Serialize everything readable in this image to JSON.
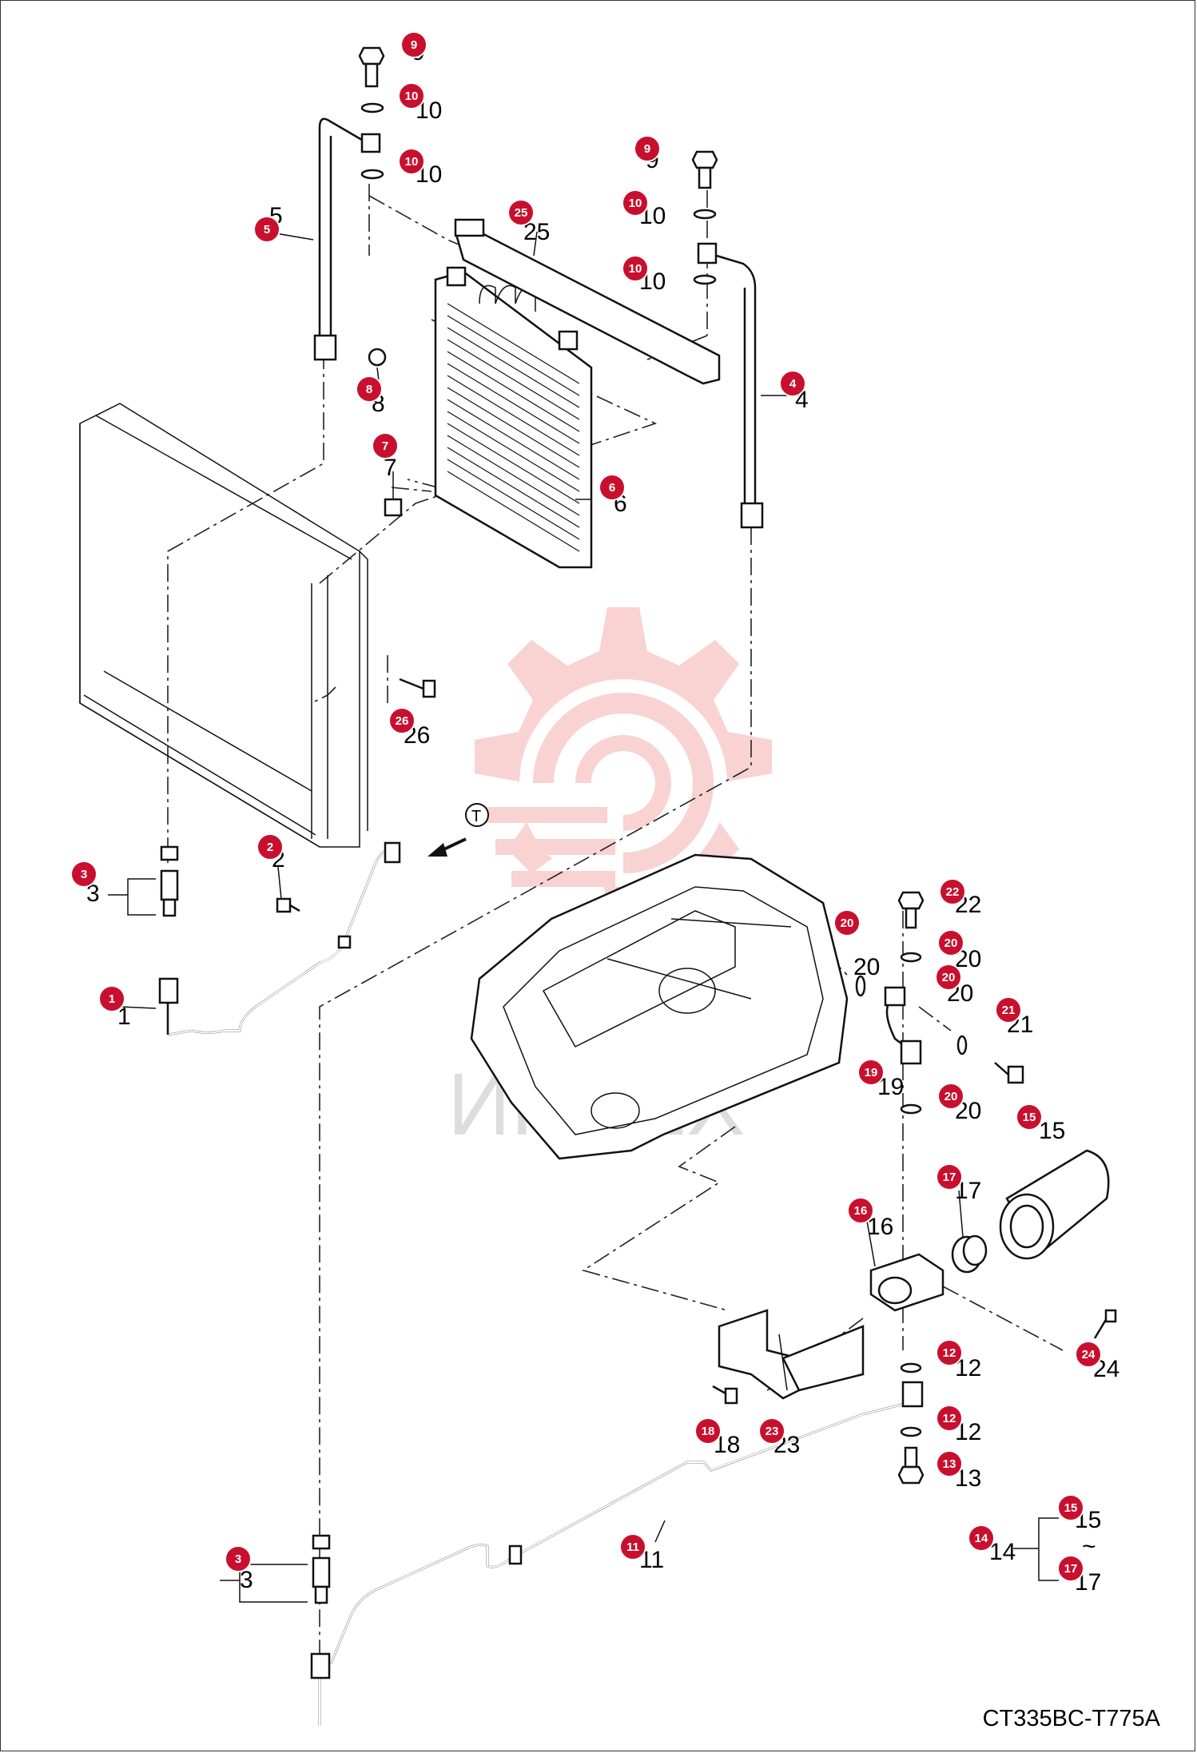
{
  "code": "CT335BC-T775A",
  "watermark_text": "ИНТЕХ",
  "direction_marker": "T",
  "colors": {
    "callout": "#c8102e",
    "watermark": "#f3a0a0",
    "line": "#111111"
  },
  "callouts": [
    {
      "id": "c-9a",
      "num": "9"
    },
    {
      "id": "c-10a",
      "num": "10"
    },
    {
      "id": "c-10b",
      "num": "10"
    },
    {
      "id": "c-9b",
      "num": "9"
    },
    {
      "id": "c-10c",
      "num": "10"
    },
    {
      "id": "c-10d",
      "num": "10"
    },
    {
      "id": "c-25",
      "num": "25"
    },
    {
      "id": "c-5",
      "num": "5"
    },
    {
      "id": "c-4",
      "num": "4"
    },
    {
      "id": "c-8",
      "num": "8"
    },
    {
      "id": "c-7",
      "num": "7"
    },
    {
      "id": "c-6",
      "num": "6"
    },
    {
      "id": "c-26",
      "num": "26"
    },
    {
      "id": "c-2",
      "num": "2"
    },
    {
      "id": "c-3a",
      "num": "3"
    },
    {
      "id": "c-1",
      "num": "1"
    },
    {
      "id": "c-22",
      "num": "22"
    },
    {
      "id": "c-20a",
      "num": "20"
    },
    {
      "id": "c-20b",
      "num": "20"
    },
    {
      "id": "c-20c",
      "num": "20"
    },
    {
      "id": "c-20d",
      "num": "20"
    },
    {
      "id": "c-21",
      "num": "21"
    },
    {
      "id": "c-19",
      "num": "19"
    },
    {
      "id": "c-15a",
      "num": "15"
    },
    {
      "id": "c-17a",
      "num": "17"
    },
    {
      "id": "c-16",
      "num": "16"
    },
    {
      "id": "c-24",
      "num": "24"
    },
    {
      "id": "c-12a",
      "num": "12"
    },
    {
      "id": "c-12b",
      "num": "12"
    },
    {
      "id": "c-18",
      "num": "18"
    },
    {
      "id": "c-23",
      "num": "23"
    },
    {
      "id": "c-13",
      "num": "13"
    },
    {
      "id": "c-15b",
      "num": "15"
    },
    {
      "id": "c-14",
      "num": "14"
    },
    {
      "id": "c-17b",
      "num": "17"
    },
    {
      "id": "c-3b",
      "num": "3"
    },
    {
      "id": "c-11",
      "num": "11"
    }
  ],
  "plain_labels": [
    {
      "id": "p-9a",
      "text": "9"
    },
    {
      "id": "p-10a",
      "text": "10"
    },
    {
      "id": "p-10b",
      "text": "10"
    },
    {
      "id": "p-9b",
      "text": "9"
    },
    {
      "id": "p-10c",
      "text": "10"
    },
    {
      "id": "p-10d",
      "text": "10"
    },
    {
      "id": "p-25",
      "text": "25"
    },
    {
      "id": "p-5",
      "text": "5"
    },
    {
      "id": "p-4",
      "text": "4"
    },
    {
      "id": "p-8",
      "text": "8"
    },
    {
      "id": "p-7",
      "text": "7"
    },
    {
      "id": "p-6",
      "text": "6"
    },
    {
      "id": "p-26",
      "text": "26"
    },
    {
      "id": "p-2",
      "text": "2"
    },
    {
      "id": "p-3a",
      "text": "3"
    },
    {
      "id": "p-1",
      "text": "1"
    },
    {
      "id": "p-22",
      "text": "22"
    },
    {
      "id": "p-20a",
      "text": "20"
    },
    {
      "id": "p-20b",
      "text": "20"
    },
    {
      "id": "p-20c",
      "text": "20"
    },
    {
      "id": "p-20d",
      "text": "20"
    },
    {
      "id": "p-21",
      "text": "21"
    },
    {
      "id": "p-19",
      "text": "19"
    },
    {
      "id": "p-15a",
      "text": "15"
    },
    {
      "id": "p-17a",
      "text": "17"
    },
    {
      "id": "p-16",
      "text": "16"
    },
    {
      "id": "p-24",
      "text": "24"
    },
    {
      "id": "p-12a",
      "text": "12"
    },
    {
      "id": "p-12b",
      "text": "12"
    },
    {
      "id": "p-18",
      "text": "18"
    },
    {
      "id": "p-23",
      "text": "23"
    },
    {
      "id": "p-13",
      "text": "13"
    },
    {
      "id": "p-15b",
      "text": "15"
    },
    {
      "id": "p-14",
      "text": "14"
    },
    {
      "id": "p-tilde",
      "text": "~"
    },
    {
      "id": "p-17b",
      "text": "17"
    },
    {
      "id": "p-3b",
      "text": "3"
    },
    {
      "id": "p-11",
      "text": "11"
    }
  ]
}
